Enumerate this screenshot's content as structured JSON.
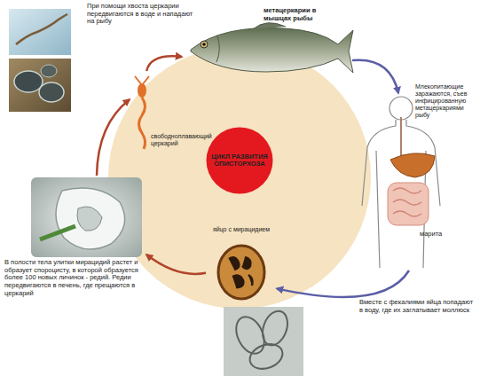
{
  "diagram": {
    "nodes": [
      {
        "text": [
          "ЦИКЛ РАЗВИТИЯ ОПИСТОРХОЗА"
        ]
      },
      {
        "text": [
          "свободноплавающий церкарий"
        ]
      },
      {
        "text": [
          "метацеркарии в мышцах рыбы"
        ]
      },
      {
        "text": [
          "марита"
        ]
      },
      {
        "text": [
          "яйцо с мирацидием"
        ]
      },
      {
        "text": [
          "В полости тела улитки мирацидий растет и образует спороцисту, в которой образуется более 100 новых личинок - редий. Редии передвигаются в печень, где прещаются в церкарий"
        ]
      }
    ],
    "edges": [
      {
        "from": 1,
        "to": 2,
        "arrow": "to",
        "label": "При помощи хвоста церкарии передвигаются в воде и нападают на рыбу"
      },
      {
        "from": 2,
        "to": 3,
        "arrow": "to",
        "label": "Млекопитающие заражаются, съев инфицированную метацеркариями рыбу"
      },
      {
        "from": 3,
        "to": 4,
        "arrow": "to",
        "label": "Вместе с фекалиями яйца попадают в воду, где их заглатывает моллюск"
      },
      {
        "from": 4,
        "to": 5,
        "arrow": "to"
      },
      {
        "from": 5,
        "to": 1,
        "arrow": "to"
      }
    ]
  }
}
